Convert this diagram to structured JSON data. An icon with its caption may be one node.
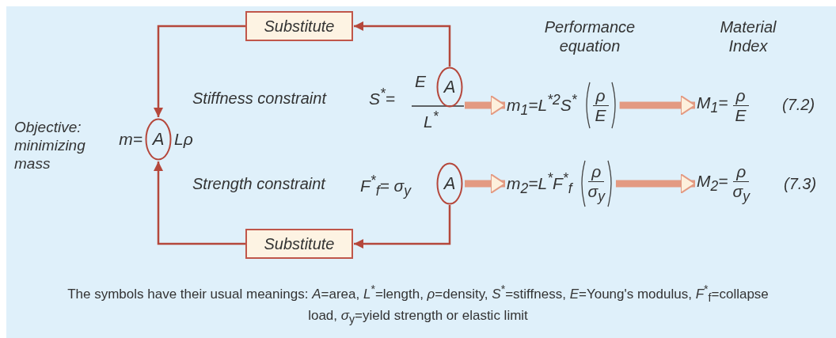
{
  "diagram": {
    "nodes": [
      {
        "text": [
          "Substitute"
        ]
      },
      {
        "text": [
          "Substitute"
        ]
      },
      {
        "text": [
          "A"
        ],
        "beside": [
          "m=",
          "Lρ"
        ]
      },
      {
        "text": [
          "A"
        ]
      },
      {
        "text": [
          "A"
        ]
      },
      {
        "text": [
          "m$_{1}$=L$^{*2}$S$^{*}$",
          "ρ",
          "E"
        ]
      },
      {
        "text": [
          "M$_{1}$=",
          "ρ",
          "E"
        ]
      },
      {
        "text": [
          "m$_{2}$=L$^{*}$F$^{*}$$_{f}$",
          "ρ",
          "σ$_{y}$"
        ]
      },
      {
        "text": [
          "M$_{2}$=",
          "ρ",
          "σ$_{y}$"
        ]
      }
    ],
    "edges": [
      {
        "from": 3,
        "to": 0,
        "arrow": "to"
      },
      {
        "from": 0,
        "to": 2,
        "arrow": "to"
      },
      {
        "from": 4,
        "to": 1,
        "arrow": "to"
      },
      {
        "from": 1,
        "to": 2,
        "arrow": "to"
      },
      {
        "from": 3,
        "to": 5,
        "arrow": "to",
        "style": "thick",
        "color": "#e39a82"
      },
      {
        "from": 5,
        "to": 6,
        "arrow": "to",
        "style": "thick",
        "color": "#e39a82"
      },
      {
        "from": 4,
        "to": 7,
        "arrow": "to",
        "style": "thick",
        "color": "#e39a82"
      },
      {
        "from": 7,
        "to": 8,
        "arrow": "to",
        "style": "thick",
        "color": "#e39a82"
      }
    ],
    "labels": [
      "Performance equation",
      "Material Index",
      "Stiffness constraint",
      "S$^{*}$=",
      "E",
      "L$^{*}$",
      "(7.2)",
      "Objective: minimizing mass",
      "Strength constraint",
      "F$^{*}$$_{f}$= σ$_{y}$",
      "(7.3)",
      "The symbols have their usual meanings: *A*=area, *L*$^{*}$=length, *ρ*=density, *S*$^{*}$=stiffness, *E*=Young's modulus, *F*$^{*}$$_{f}$=collapse load, *σ*$_{y}$=yield strength or elastic limit"
    ]
  }
}
